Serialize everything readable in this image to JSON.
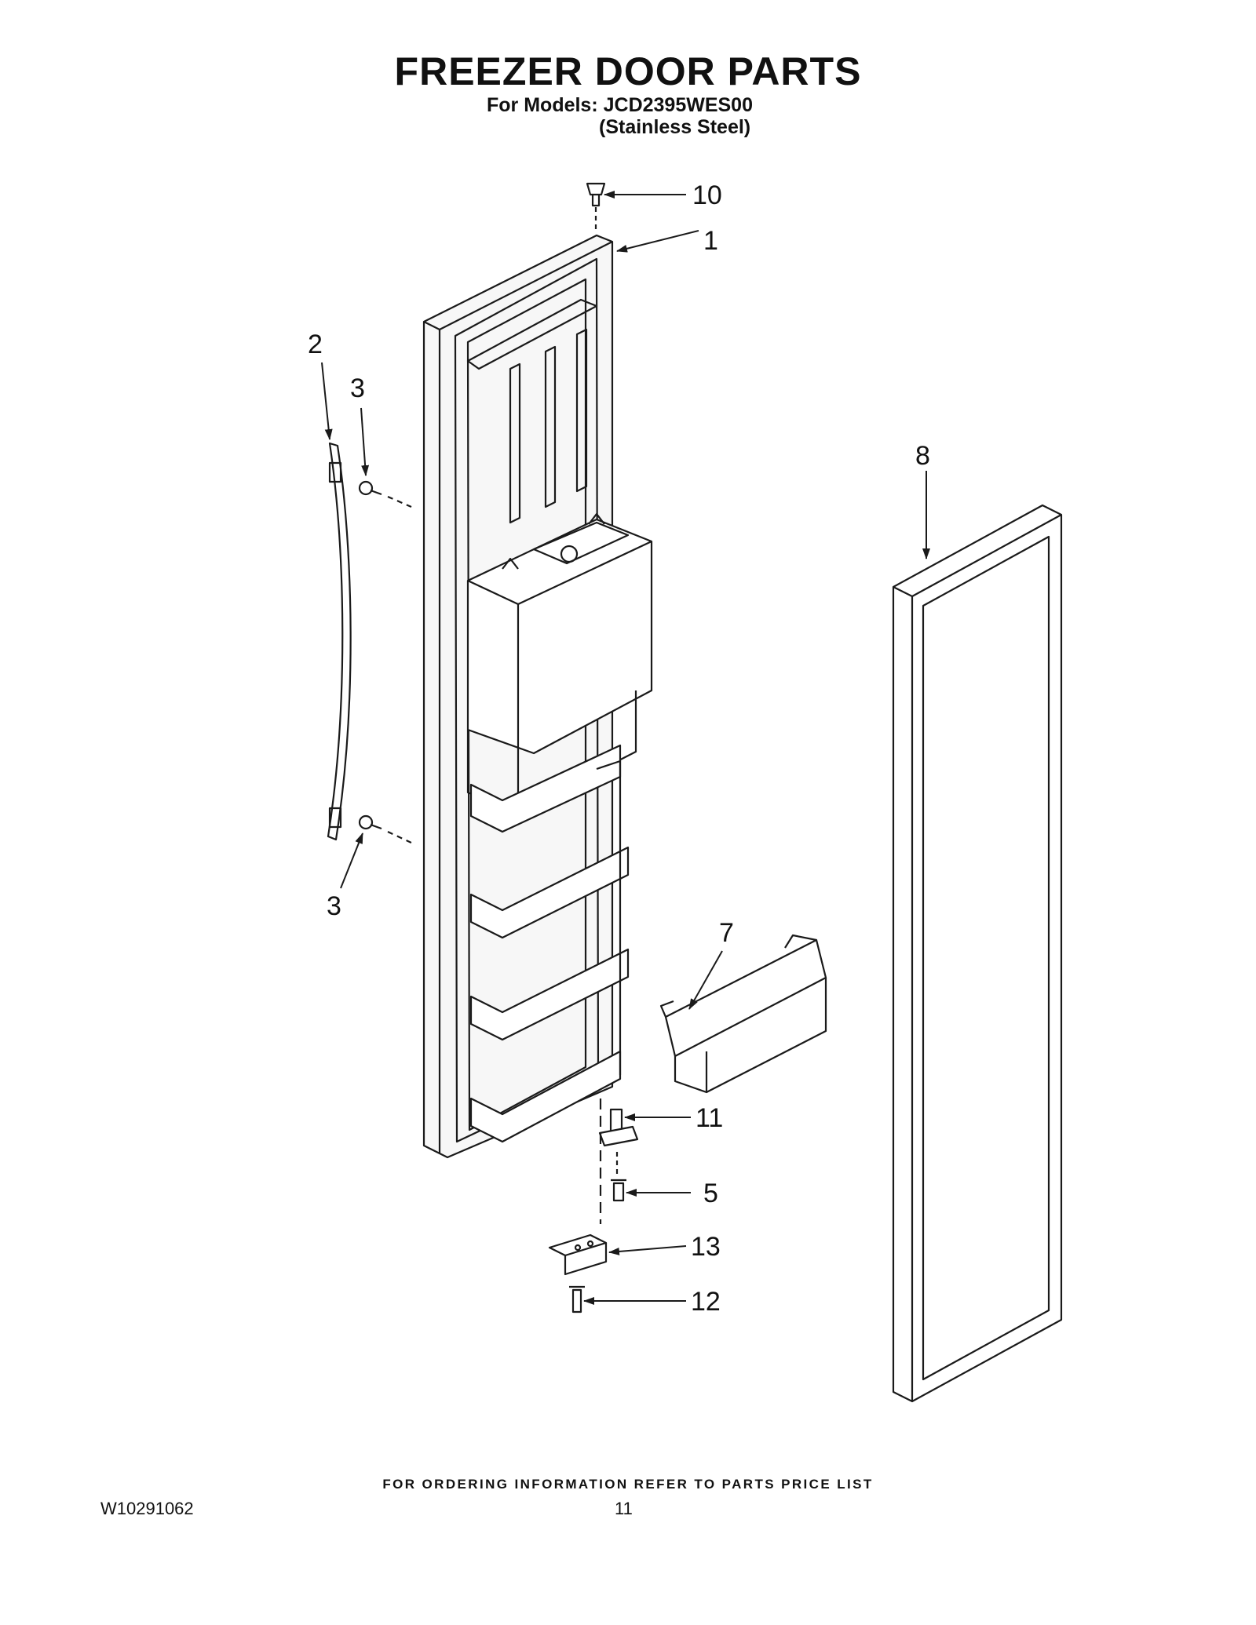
{
  "header": {
    "title": "FREEZER DOOR PARTS",
    "models_line": "For Models: JCD2395WES00",
    "finish_line": "(Stainless Steel)"
  },
  "callouts": [
    {
      "id": "c10",
      "label": "10"
    },
    {
      "id": "c1",
      "label": "1"
    },
    {
      "id": "c2",
      "label": "2"
    },
    {
      "id": "c3a",
      "label": "3"
    },
    {
      "id": "c3b",
      "label": "3"
    },
    {
      "id": "c8",
      "label": "8"
    },
    {
      "id": "c7",
      "label": "7"
    },
    {
      "id": "c11",
      "label": "11"
    },
    {
      "id": "c5",
      "label": "5"
    },
    {
      "id": "c13",
      "label": "13"
    },
    {
      "id": "c12",
      "label": "12"
    }
  ],
  "footer": {
    "ordering_note": "FOR ORDERING INFORMATION REFER TO PARTS PRICE LIST",
    "document_number": "W10291062",
    "page_number": "11"
  },
  "colors": {
    "line": "#1a1a1a",
    "background": "#ffffff"
  }
}
